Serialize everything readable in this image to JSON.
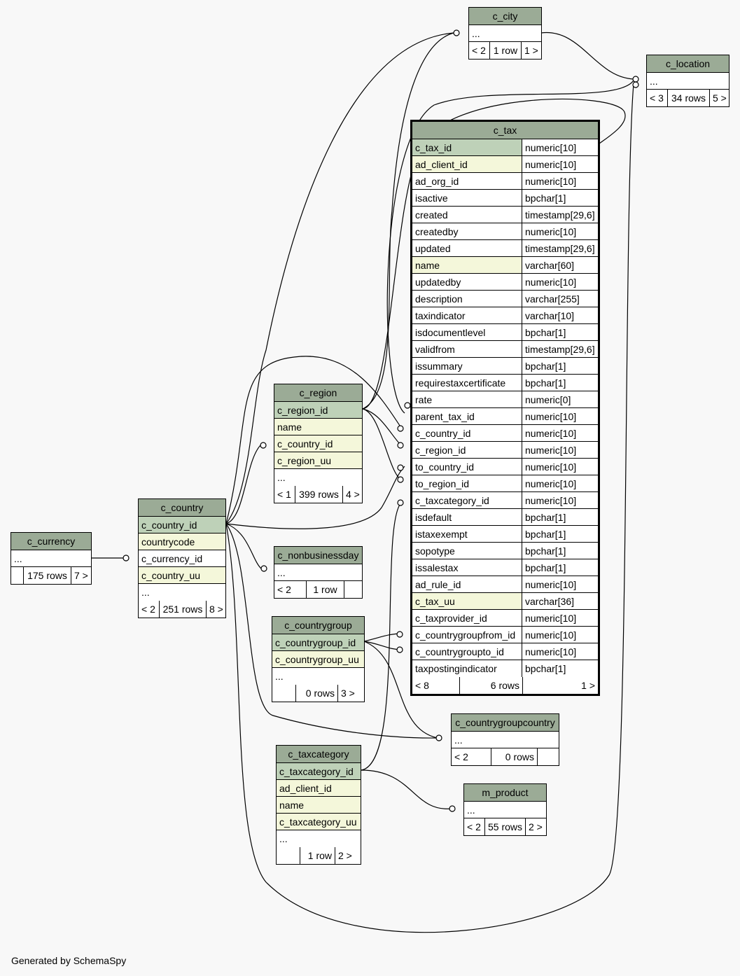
{
  "colors": {
    "header": "#9bab96",
    "primary_key": "#bed1b8",
    "foreign_key": "#f4f7da",
    "background": "#f8f8f8"
  },
  "tables": {
    "c_city": {
      "title": "c_city",
      "ellipsis": "...",
      "foot": [
        "< 2",
        "1 row",
        "1 >"
      ]
    },
    "c_location": {
      "title": "c_location",
      "ellipsis": "...",
      "foot": [
        "< 3",
        "34 rows",
        "5 >"
      ]
    },
    "c_tax": {
      "title": "c_tax",
      "columns": [
        {
          "name": "c_tax_id",
          "type": "numeric[10]",
          "kind": "pk"
        },
        {
          "name": "ad_client_id",
          "type": "numeric[10]",
          "kind": "fk"
        },
        {
          "name": "ad_org_id",
          "type": "numeric[10]",
          "kind": ""
        },
        {
          "name": "isactive",
          "type": "bpchar[1]",
          "kind": ""
        },
        {
          "name": "created",
          "type": "timestamp[29,6]",
          "kind": ""
        },
        {
          "name": "createdby",
          "type": "numeric[10]",
          "kind": ""
        },
        {
          "name": "updated",
          "type": "timestamp[29,6]",
          "kind": ""
        },
        {
          "name": "name",
          "type": "varchar[60]",
          "kind": "fk"
        },
        {
          "name": "updatedby",
          "type": "numeric[10]",
          "kind": ""
        },
        {
          "name": "description",
          "type": "varchar[255]",
          "kind": ""
        },
        {
          "name": "taxindicator",
          "type": "varchar[10]",
          "kind": ""
        },
        {
          "name": "isdocumentlevel",
          "type": "bpchar[1]",
          "kind": ""
        },
        {
          "name": "validfrom",
          "type": "timestamp[29,6]",
          "kind": ""
        },
        {
          "name": "issummary",
          "type": "bpchar[1]",
          "kind": ""
        },
        {
          "name": "requirestaxcertificate",
          "type": "bpchar[1]",
          "kind": ""
        },
        {
          "name": "rate",
          "type": "numeric[0]",
          "kind": ""
        },
        {
          "name": "parent_tax_id",
          "type": "numeric[10]",
          "kind": ""
        },
        {
          "name": "c_country_id",
          "type": "numeric[10]",
          "kind": ""
        },
        {
          "name": "c_region_id",
          "type": "numeric[10]",
          "kind": ""
        },
        {
          "name": "to_country_id",
          "type": "numeric[10]",
          "kind": ""
        },
        {
          "name": "to_region_id",
          "type": "numeric[10]",
          "kind": ""
        },
        {
          "name": "c_taxcategory_id",
          "type": "numeric[10]",
          "kind": ""
        },
        {
          "name": "isdefault",
          "type": "bpchar[1]",
          "kind": ""
        },
        {
          "name": "istaxexempt",
          "type": "bpchar[1]",
          "kind": ""
        },
        {
          "name": "sopotype",
          "type": "bpchar[1]",
          "kind": ""
        },
        {
          "name": "issalestax",
          "type": "bpchar[1]",
          "kind": ""
        },
        {
          "name": "ad_rule_id",
          "type": "numeric[10]",
          "kind": ""
        },
        {
          "name": "c_tax_uu",
          "type": "varchar[36]",
          "kind": "fk"
        },
        {
          "name": "c_taxprovider_id",
          "type": "numeric[10]",
          "kind": ""
        },
        {
          "name": "c_countrygroupfrom_id",
          "type": "numeric[10]",
          "kind": ""
        },
        {
          "name": "c_countrygroupto_id",
          "type": "numeric[10]",
          "kind": ""
        },
        {
          "name": "taxpostingindicator",
          "type": "bpchar[1]",
          "kind": ""
        }
      ],
      "foot": [
        "< 8",
        "6 rows",
        "1 >"
      ]
    },
    "c_region": {
      "title": "c_region",
      "columns": [
        {
          "name": "c_region_id",
          "kind": "pk"
        },
        {
          "name": "name",
          "kind": "fk"
        },
        {
          "name": "c_country_id",
          "kind": "fk"
        },
        {
          "name": "c_region_uu",
          "kind": "fk"
        },
        {
          "name": "...",
          "kind": ""
        }
      ],
      "foot": [
        "< 1",
        "399 rows",
        "4 >"
      ]
    },
    "c_country": {
      "title": "c_country",
      "columns": [
        {
          "name": "c_country_id",
          "kind": "pk"
        },
        {
          "name": "countrycode",
          "kind": "fk"
        },
        {
          "name": "c_currency_id",
          "kind": ""
        },
        {
          "name": "c_country_uu",
          "kind": "fk"
        },
        {
          "name": "...",
          "kind": ""
        }
      ],
      "foot": [
        "< 2",
        "251 rows",
        "8 >"
      ]
    },
    "c_currency": {
      "title": "c_currency",
      "ellipsis": "...",
      "foot": [
        "",
        "175 rows",
        "7 >"
      ]
    },
    "c_nonbusinessday": {
      "title": "c_nonbusinessday",
      "ellipsis": "...",
      "foot": [
        "< 2",
        "1 row",
        ""
      ]
    },
    "c_countrygroup": {
      "title": "c_countrygroup",
      "columns": [
        {
          "name": "c_countrygroup_id",
          "kind": "pk"
        },
        {
          "name": "c_countrygroup_uu",
          "kind": "fk"
        },
        {
          "name": "...",
          "kind": ""
        }
      ],
      "foot": [
        "",
        "0 rows",
        "3 >"
      ]
    },
    "c_countrygroupcountry": {
      "title": "c_countrygroupcountry",
      "ellipsis": "...",
      "foot": [
        "< 2",
        "0 rows",
        ""
      ]
    },
    "c_taxcategory": {
      "title": "c_taxcategory",
      "columns": [
        {
          "name": "c_taxcategory_id",
          "kind": "pk"
        },
        {
          "name": "ad_client_id",
          "kind": "fk"
        },
        {
          "name": "name",
          "kind": "fk"
        },
        {
          "name": "c_taxcategory_uu",
          "kind": "fk"
        },
        {
          "name": "...",
          "kind": ""
        }
      ],
      "foot": [
        "",
        "1 row",
        "2 >"
      ]
    },
    "m_product": {
      "title": "m_product",
      "ellipsis": "...",
      "foot": [
        "< 2",
        "55 rows",
        "2 >"
      ]
    }
  },
  "footer": {
    "credit": "Generated by SchemaSpy"
  }
}
